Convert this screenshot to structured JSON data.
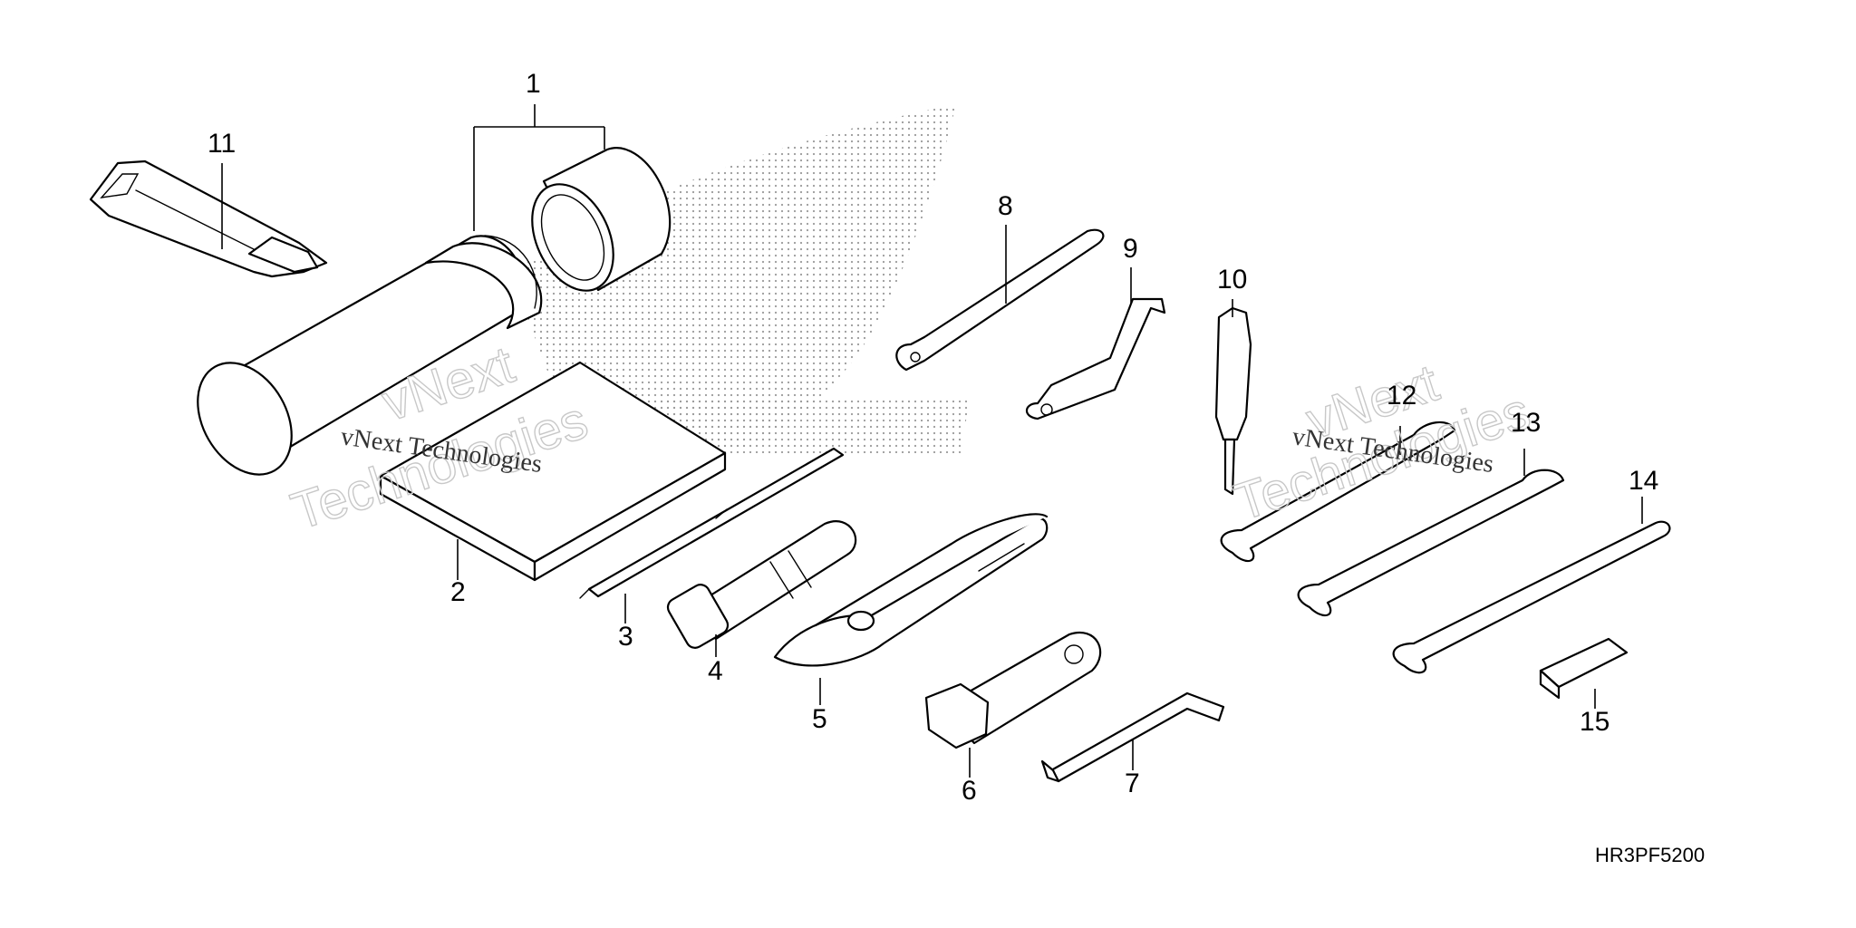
{
  "diagram": {
    "callouts": [
      "1",
      "2",
      "3",
      "4",
      "5",
      "6",
      "7",
      "8",
      "9",
      "10",
      "11",
      "12",
      "13",
      "14",
      "15"
    ],
    "drawing_code": "HR3PF5200",
    "watermark": {
      "serif_text": "vNext Technologies",
      "big_line1": "vNext",
      "big_line2": "Technologies"
    }
  }
}
